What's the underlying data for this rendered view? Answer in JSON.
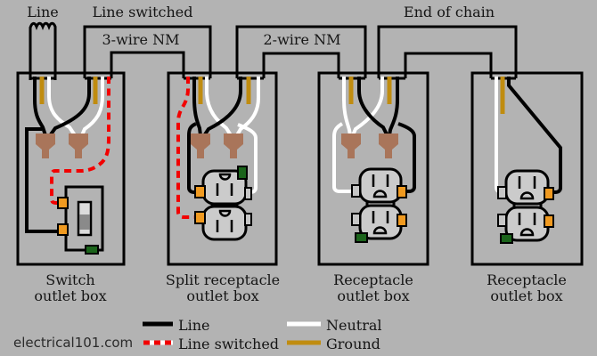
{
  "labels": {
    "line": "Line",
    "line_switched": "Line switched",
    "end_of_chain": "End of chain",
    "three_wire_nm": "3-wire NM",
    "two_wire_nm": "2-wire NM"
  },
  "boxes": [
    {
      "line1": "Switch",
      "line2": "outlet box"
    },
    {
      "line1": "Split receptacle",
      "line2": "outlet box"
    },
    {
      "line1": "Receptacle",
      "line2": "outlet box"
    },
    {
      "line1": "Receptacle",
      "line2": "outlet box"
    }
  ],
  "legend": {
    "items": [
      {
        "label": "Line",
        "color": "#000000",
        "style": "solid"
      },
      {
        "label": "Line switched",
        "color": "#f20000",
        "style": "dashed"
      },
      {
        "label": "Neutral",
        "color": "#ffffff",
        "style": "solid"
      },
      {
        "label": "Ground",
        "color": "#c08c10",
        "style": "solid"
      }
    ]
  },
  "watermark": "electrical101.com",
  "colors": {
    "background": "#b3b3b3",
    "outline": "#000000",
    "wire_line": "#000000",
    "wire_line_switched": "#f20000",
    "wire_neutral": "#ffffff",
    "wire_ground": "#c08c10",
    "wire_nut": "#a9755a",
    "brass_terminal": "#f09a20",
    "silver_terminal": "#c6c6c6",
    "ground_screw": "#1b641b",
    "device_fill": "#cbcbcb"
  }
}
